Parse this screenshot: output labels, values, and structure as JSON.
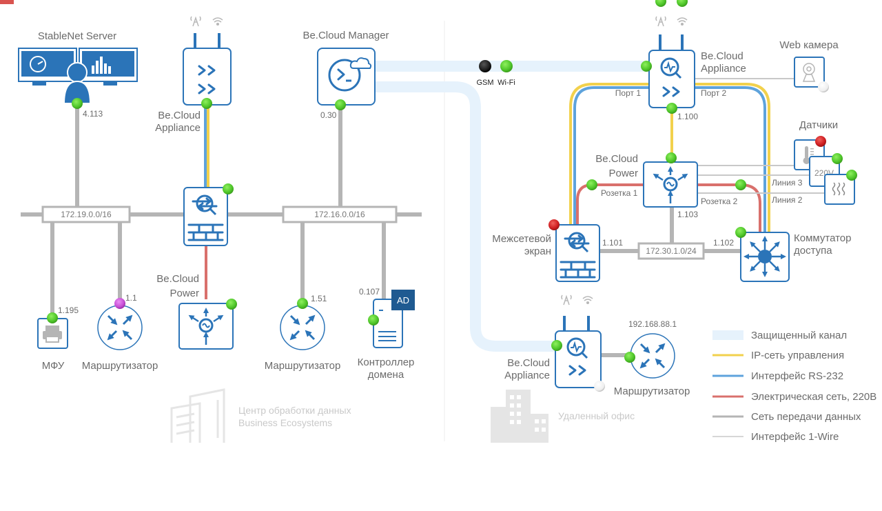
{
  "colors": {
    "device_blue": "#2b74b8",
    "status_ok": "#5fd33a",
    "status_error": "#d8272b",
    "status_purple": "#c74fd6",
    "status_off": "#f4f4f4",
    "status_black": "#1e1e1e",
    "secure_channel": "#e6f2fc",
    "ip_mgmt": "#f2d14c",
    "rs232": "#5ea3dc",
    "power": "#d9706c",
    "data_net": "#b5b5b5",
    "one_wire": "#c8c8c8"
  },
  "left_site": {
    "caption_line1": "Центр обработки данных",
    "caption_line2": "Business Ecosystems",
    "stablenet": {
      "label": "StableNet Server",
      "ip": "4.113",
      "status": "ok"
    },
    "appliance": {
      "label_line1": "Be.Cloud",
      "label_line2": "Appliance",
      "status": "ok"
    },
    "manager": {
      "label": "Be.Cloud Manager",
      "ip": "0.30",
      "status": "ok"
    },
    "firewall": {
      "status": "ok"
    },
    "power": {
      "label_line1": "Be.Cloud",
      "label_line2": "Power",
      "status": "ok"
    },
    "net1": "172.19.0.0/16",
    "net2": "172.16.0.0/16",
    "mfu": {
      "label": "МФУ",
      "ip": "1.195",
      "status": "ok"
    },
    "router1": {
      "label": "Маршрутизатор",
      "ip": "1.1",
      "status": "purple"
    },
    "router2": {
      "label": "Маршрутизатор",
      "ip": "1.51",
      "status": "ok"
    },
    "dc": {
      "label_line1": "Контроллер",
      "label_line2": "домена",
      "ip": "0.107",
      "badge": "AD",
      "status": "ok"
    }
  },
  "uplinks": {
    "gsm": {
      "label": "GSM",
      "status": "black"
    },
    "wifi": {
      "label": "Wi-Fi",
      "status": "ok"
    }
  },
  "right_site": {
    "appliance": {
      "label_line1": "Be.Cloud",
      "label_line2": "Appliance",
      "ip": "1.100",
      "port1": "Порт 1",
      "port2": "Порт 2",
      "status": "ok"
    },
    "webcam": {
      "label": "Web камера",
      "status": "off"
    },
    "sensors": {
      "label": "Датчики",
      "voltage_label": "220V",
      "line3": "Линия 3",
      "line2": "Линия 2",
      "thermo_status": "error",
      "voltage_status": "ok",
      "humidity_status": "ok"
    },
    "power": {
      "label_line1": "Be.Cloud",
      "label_line2": "Power",
      "ip": "1.103",
      "socket1": "Розетка 1",
      "socket2": "Розетка 2",
      "status": "ok"
    },
    "firewall": {
      "label_line1": "Межсетевой",
      "label_line2": "экран",
      "ip": "1.101",
      "status": "error"
    },
    "switch": {
      "label_line1": "Коммутатор",
      "label_line2": "доступа",
      "ip": "1.102",
      "status": "ok"
    },
    "net": "172.30.1.0/24"
  },
  "remote_site": {
    "caption": "Удаленный офис",
    "appliance": {
      "label_line1": "Be.Cloud",
      "label_line2": "Appliance",
      "status": "ok"
    },
    "router": {
      "label": "Маршрутизатор",
      "ip": "192.168.88.1",
      "status": "ok"
    }
  },
  "legend": [
    {
      "key": "secure",
      "label": "Защищенный канал"
    },
    {
      "key": "ip",
      "label": "IP-сеть управления"
    },
    {
      "key": "rs232",
      "label": "Интерфейс RS-232"
    },
    {
      "key": "power",
      "label": "Электрическая сеть, 220В"
    },
    {
      "key": "data",
      "label": "Сеть передачи данных"
    },
    {
      "key": "onewire",
      "label": "Интерфейс 1-Wire"
    }
  ]
}
